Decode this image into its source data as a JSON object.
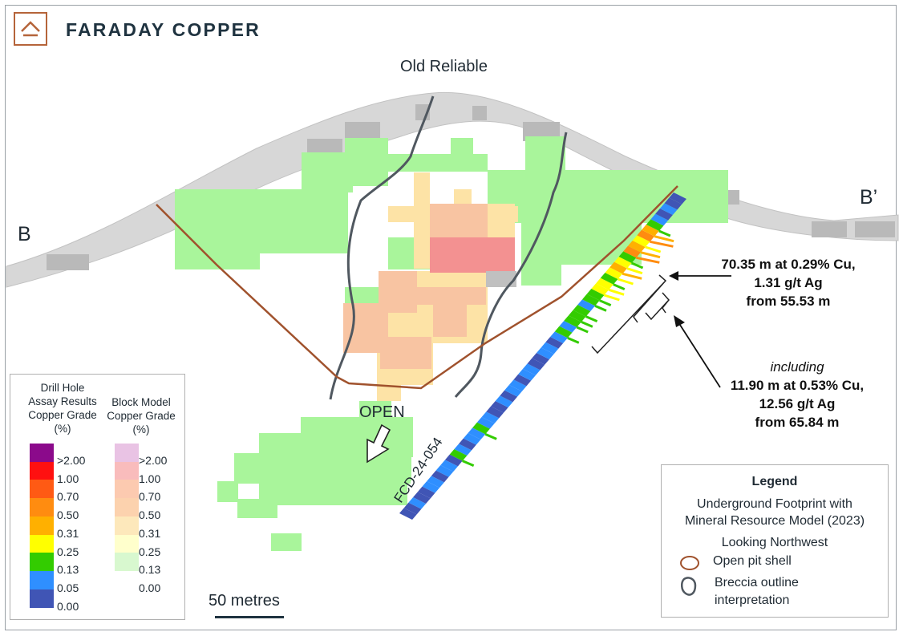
{
  "brand": {
    "name": "FARADAY COPPER"
  },
  "section": {
    "zone_name": "Old Reliable",
    "end_left": "B",
    "end_right": "B’",
    "open_label": "OPEN",
    "drill_hole_id": "FCD-24-054",
    "scale_label": "50 metres"
  },
  "intercepts": {
    "main": {
      "line1": "70.35 m at 0.29% Cu,",
      "line2": "1.31 g/t Ag",
      "line3": "from 55.53 m"
    },
    "sub": {
      "prefix": "including",
      "line1": "11.90 m at 0.53% Cu,",
      "line2": "12.56 g/t Ag",
      "line3": "from 65.84 m"
    }
  },
  "grade_legend": {
    "drill_title": [
      "Drill Hole",
      "Assay Results",
      "Copper Grade",
      "(%)"
    ],
    "block_title": [
      "Block Model",
      "Copper Grade",
      "(%)"
    ],
    "drill_ticks": [
      ">2.00",
      "1.00",
      "0.70",
      "0.50",
      "0.31",
      "0.25",
      "0.13",
      "0.05",
      "0.00"
    ],
    "block_ticks": [
      ">2.00",
      "1.00",
      "0.70",
      "0.50",
      "0.31",
      "0.25",
      "0.13",
      "0.00"
    ],
    "drill_colors": [
      "#8b0a8b",
      "#ff1010",
      "#ff5a14",
      "#ff8c10",
      "#ffb000",
      "#ffff00",
      "#33cc00",
      "#2f8fff",
      "#4055b5"
    ],
    "block_colors": [
      "#e9c3e4",
      "#f9bcbc",
      "#fccab0",
      "#fcd2ae",
      "#fde8bb",
      "#ffffcc",
      "#d8f8cf",
      "#ffffff"
    ]
  },
  "legend": {
    "title": "Legend",
    "desc1": "Underground Footprint with",
    "desc2": "Mineral Resource Model (2023)",
    "view": "Looking Northwest",
    "pit_label": "Open pit shell",
    "breccia_line1": "Breccia outline",
    "breccia_line2": "interpretation"
  },
  "colors": {
    "brand": "#b5643a",
    "pit_shell": "#a0522d",
    "breccia": "#505860",
    "topography": "#d2d2d2"
  }
}
